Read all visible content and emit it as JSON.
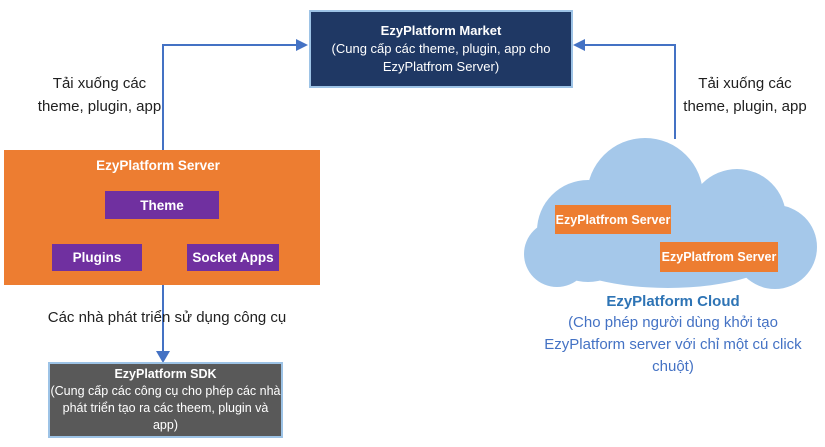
{
  "market": {
    "title": "EzyPlatform Market",
    "desc_line1": "(Cung cấp các theme, plugin, app cho",
    "desc_line2": "EzyPlatfrom Server)"
  },
  "server": {
    "title": "EzyPlatform Server",
    "theme_label": "Theme",
    "plugins_label": "Plugins",
    "socket_apps_label": "Socket Apps"
  },
  "sdk": {
    "title": "EzyPlatform SDK",
    "desc_line1": "(Cung cấp các công cụ cho phép các nhà",
    "desc_line2": "phát triển tạo ra các theem, plugin và",
    "desc_line3": "app)"
  },
  "cloud": {
    "title": "EzyPlatform Cloud",
    "desc_line1": "(Cho phép người dùng khởi tạo",
    "desc_line2": "EzyPlatform server với chỉ một cú click",
    "desc_line3": "chuột)",
    "server1_label": "EzyPlatfrom Server",
    "server2_label": "EzyPlatfrom Server"
  },
  "labels": {
    "download_left_line1": "Tải xuống các",
    "download_left_line2": "theme, plugin, app",
    "download_right_line1": "Tải xuống các",
    "download_right_line2": "theme, plugin, app",
    "developers": "Các nhà phát triển sử dụng công cụ"
  },
  "colors": {
    "market_navy": "#1F3864",
    "orange": "#ED7D31",
    "purple": "#7030A0",
    "sdk_gray": "#595959",
    "connector_blue": "#4472C4",
    "cloud_fill": "#A5C8EA",
    "light_blue_border": "#9DC3E6",
    "cloud_title_blue": "#2E74B5",
    "cloud_desc_blue": "#4472C4"
  }
}
